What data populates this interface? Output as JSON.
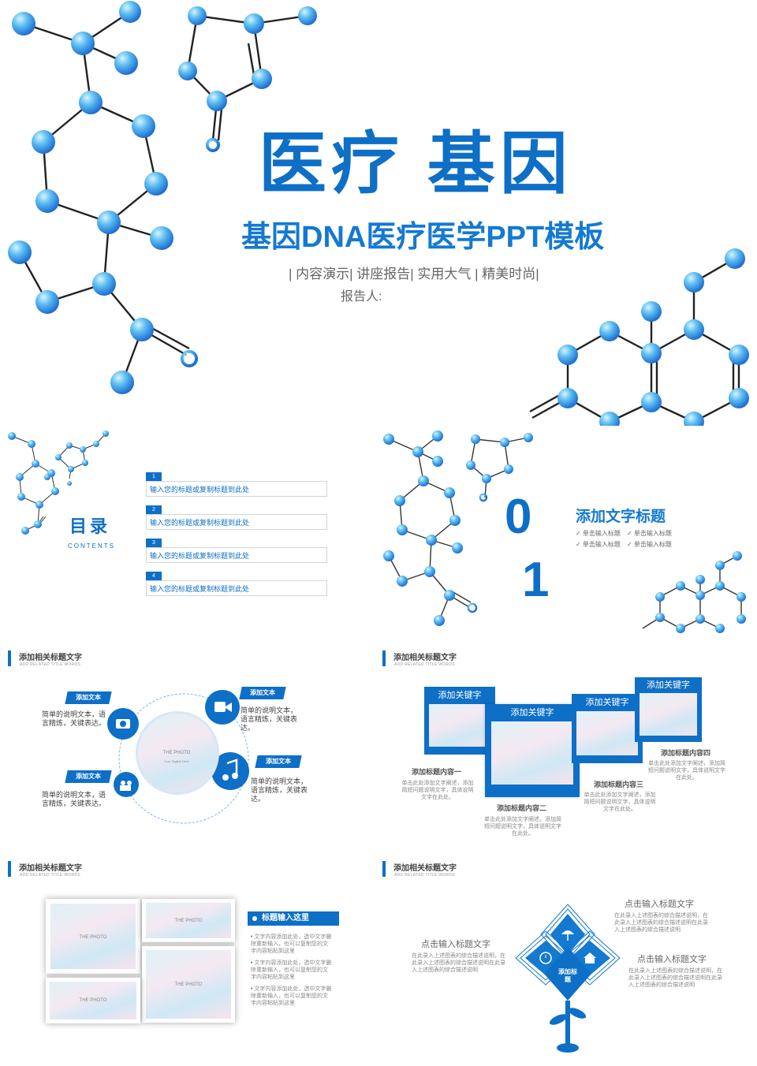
{
  "hero": {
    "title": "医疗 基因",
    "subtitle": "基因DNA医疗医学PPT模板",
    "tags": "| 内容演示| 讲座报告| 实用大气 | 精美时尚|",
    "reporter": "报告人:"
  },
  "toc": {
    "title": "目录",
    "subtitle": "CONTENTS",
    "items": [
      {
        "num": "1",
        "label": "输入您的标题或复制标题到此处"
      },
      {
        "num": "2",
        "label": "输入您的标题或复制标题到此处"
      },
      {
        "num": "3",
        "label": "输入您的标题或复制标题到此处"
      },
      {
        "num": "4",
        "label": "输入您的标题或复制标题到此处"
      }
    ]
  },
  "section": {
    "num_a": "0",
    "num_b": "1",
    "title": "添加文字标题",
    "items": [
      "✓ 单击输入标题",
      "✓ 单击输入标题",
      "✓ 单击输入标题",
      "✓ 单击输入标题"
    ]
  },
  "slide_header": {
    "title": "添加相关标题文字",
    "subtitle": "ADD RELATED TITLE WORDS"
  },
  "slide3": {
    "tag": "添加文本",
    "desc": "简单的说明文本，语言精炼，关键表达。",
    "desc_right": "简单的说明文本，语言精炼，关键表达。",
    "photo_title": "THE PHOTO",
    "photo_caption": "Your Tagline Here"
  },
  "slide4": {
    "keyword": "添加关键字",
    "items": [
      {
        "title": "添加标题内容一",
        "text": "单击此处添加文字阐述，添加简短问题说明文字，具体说明文字在此处。"
      },
      {
        "title": "添加标题内容二",
        "text": "单击此处添加文字阐述，添加简短问题说明文字，具体说明文字在此处。"
      },
      {
        "title": "添加标题内容三",
        "text": "单击此处添加文字阐述，添加简短问题说明文字，具体说明文字在此处。"
      },
      {
        "title": "添加标题内容四",
        "text": "单击此处添加文字阐述，添加简短问题说明文字，具体说明文字在此处。"
      }
    ]
  },
  "slide5": {
    "heading": "标题输入这里",
    "bullets": [
      "文字内容添加此处，选中文字删除重新输入，也可以复制您的文字内容粘贴到这里",
      "文字内容添加此处，选中文字删除重新输入，也可以复制您的文字内容粘贴到这里",
      "文字内容添加此处，选中文字删除重新输入，也可以复制您的文字内容粘贴到这里"
    ],
    "photo_title": "THE PHOTO"
  },
  "slide6": {
    "center_label": "添加标题",
    "title": "点击输入标题文字",
    "text": "在此录入上述图表的综合描述说明，在此录入上述图表的综合描述说明在此录入上述图表的综合描述说明"
  },
  "colors": {
    "accent": "#0e6fc7",
    "text": "#444444",
    "muted": "#888888"
  }
}
